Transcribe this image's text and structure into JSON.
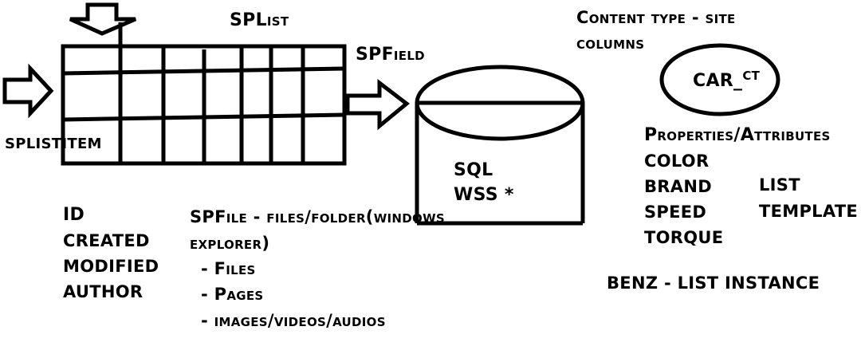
{
  "splist": {
    "label": "SPList"
  },
  "spfield": {
    "label": "SPField"
  },
  "splistitem": {
    "label": "SPLISTITEM"
  },
  "database": {
    "line1": "SQL",
    "line2": "WSS *"
  },
  "content_type": {
    "line1": "Content type - site",
    "line2": "columns"
  },
  "car_ct": {
    "main": "CAR_",
    "sup": "CT"
  },
  "properties": {
    "heading": "Properties/Attributes",
    "items": [
      "COLOR",
      "BRAND",
      "SPEED",
      "TORQUE"
    ]
  },
  "list_template": {
    "line1": "LIST",
    "line2": "TEMPLATE"
  },
  "benz": {
    "label": "BENZ - LIST INSTANCE"
  },
  "item_fields": [
    "ID",
    "CREATED",
    "MODIFIED",
    "AUTHOR"
  ],
  "spfile": {
    "line1": "SPFile - files/folder(windows",
    "line2": "explorer)",
    "bullets": [
      "- Files",
      "- Pages",
      "- images/videos/audios"
    ]
  }
}
